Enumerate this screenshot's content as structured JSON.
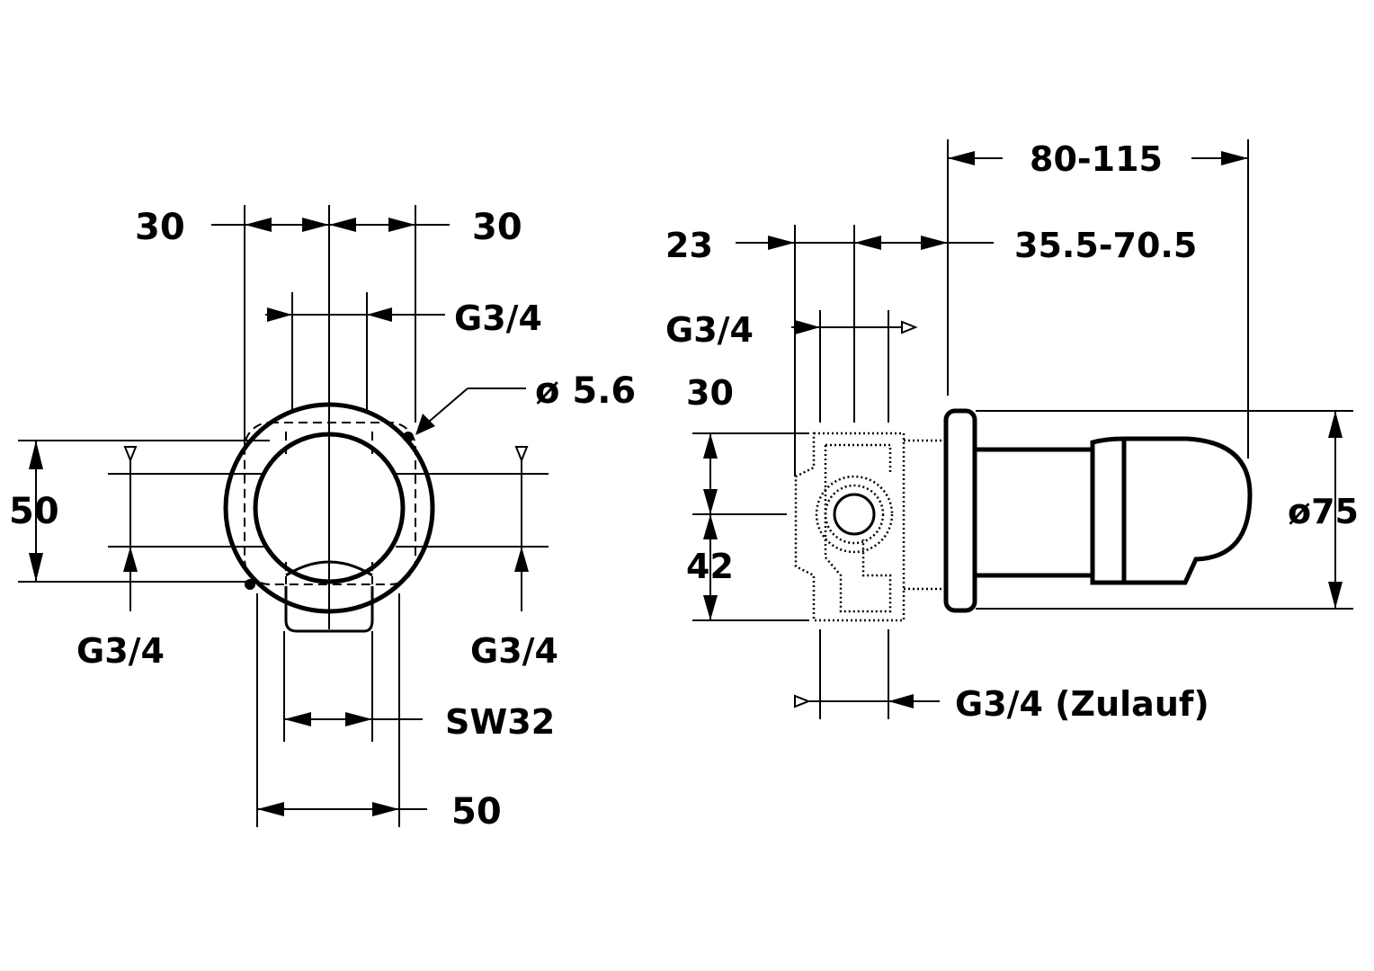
{
  "front_view": {
    "dim_top_left": "30",
    "dim_top_right": "30",
    "dim_thread_top": "G3/4",
    "dim_hole_diameter": "ø 5.6",
    "dim_height": "50",
    "dim_thread_left": "G3/4",
    "dim_thread_right": "G3/4",
    "dim_wrench": "SW32",
    "dim_width": "50"
  },
  "side_view": {
    "dim_total_length": "80-115",
    "dim_body_depth": "23",
    "dim_extension": "35.5-70.5",
    "dim_thread_top": "G3/4",
    "dim_upper": "30",
    "dim_lower": "42",
    "dim_rosette_diameter": "ø75",
    "dim_inlet": "G3/4 (Zulauf)"
  },
  "colors": {
    "line": "#000000",
    "background": "#ffffff"
  }
}
